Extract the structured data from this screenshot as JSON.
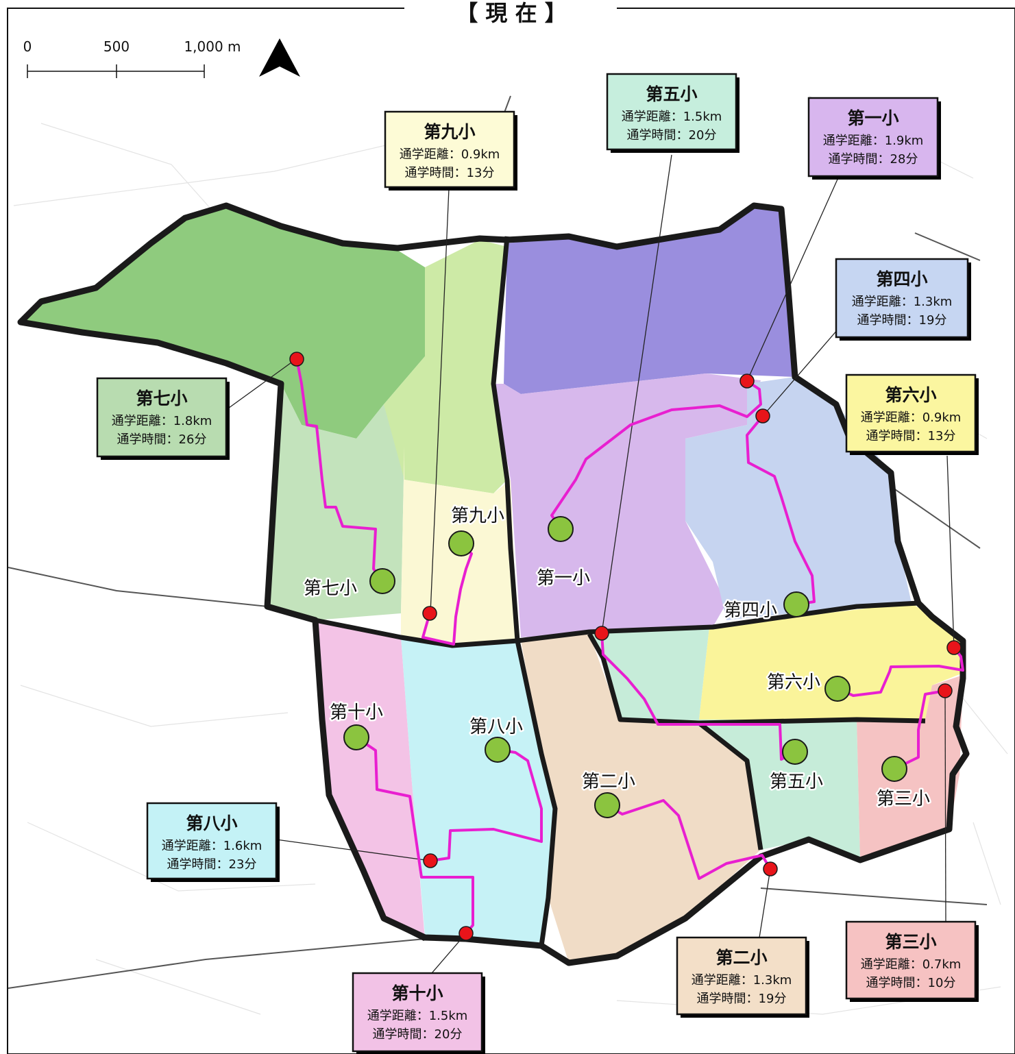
{
  "title": "【 現 在 】",
  "scale": {
    "ticks": [
      "0",
      "500",
      "1,000 m"
    ]
  },
  "colors": {
    "route": "#e81fd0",
    "boundary": "#1a1a1a",
    "school_marker": "#8bc43f",
    "home_marker": "#e8141a"
  },
  "schools": [
    {
      "id": "s7",
      "map_label": "第七小",
      "name": "第七小",
      "distance_text": "通学距離：1.8km",
      "time_text": "通学時間：26分",
      "distance_km": 1.8,
      "time_min": 26,
      "box_color": "#b8dcb0"
    },
    {
      "id": "s9",
      "map_label": "第九小",
      "name": "第九小",
      "distance_text": "通学距離：0.9km",
      "time_text": "通学時間：13分",
      "distance_km": 0.9,
      "time_min": 13,
      "box_color": "#fdfbd6"
    },
    {
      "id": "s5",
      "map_label": "第五小",
      "name": "第五小",
      "distance_text": "通学距離：1.5km",
      "time_text": "通学時間：20分",
      "distance_km": 1.5,
      "time_min": 20,
      "box_color": "#c6eedd"
    },
    {
      "id": "s1",
      "map_label": "第一小",
      "name": "第一小",
      "distance_text": "通学距離：1.9km",
      "time_text": "通学時間：28分",
      "distance_km": 1.9,
      "time_min": 28,
      "box_color": "#d8b6ee"
    },
    {
      "id": "s4",
      "map_label": "第四小",
      "name": "第四小",
      "distance_text": "通学距離：1.3km",
      "time_text": "通学時間：19分",
      "distance_km": 1.3,
      "time_min": 19,
      "box_color": "#c6d6f2"
    },
    {
      "id": "s6",
      "map_label": "第六小",
      "name": "第六小",
      "distance_text": "通学距離：0.9km",
      "time_text": "通学時間：13分",
      "distance_km": 0.9,
      "time_min": 13,
      "box_color": "#fbf6a0"
    },
    {
      "id": "s8",
      "map_label": "第八小",
      "name": "第八小",
      "distance_text": "通学距離：1.6km",
      "time_text": "通学時間：23分",
      "distance_km": 1.6,
      "time_min": 23,
      "box_color": "#c4f2f6"
    },
    {
      "id": "s10",
      "map_label": "第十小",
      "name": "第十小",
      "distance_text": "通学距離：1.5km",
      "time_text": "通学時間：20分",
      "distance_km": 1.5,
      "time_min": 20,
      "box_color": "#f2c2e6"
    },
    {
      "id": "s2",
      "map_label": "第二小",
      "name": "第二小",
      "distance_text": "通学距離：1.3km",
      "time_text": "通学時間：19分",
      "distance_km": 1.3,
      "time_min": 19,
      "box_color": "#f3dfc8"
    },
    {
      "id": "s3",
      "map_label": "第三小",
      "name": "第三小",
      "distance_text": "通学距離：0.7km",
      "time_text": "通学時間：10分",
      "distance_km": 0.7,
      "time_min": 10,
      "box_color": "#f6c2c2"
    }
  ]
}
